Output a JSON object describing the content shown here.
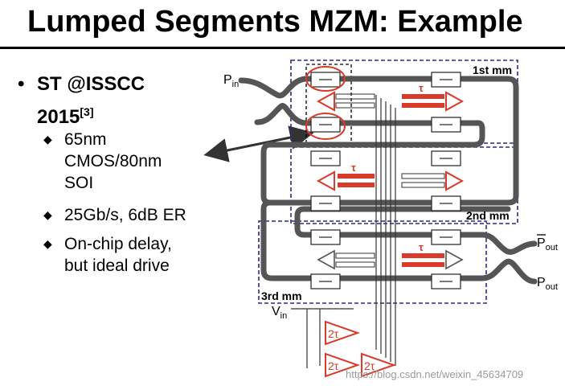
{
  "title": "Lumped Segments MZM: Example",
  "bullet": {
    "line1": "ST @ISSCC",
    "line2": "2015",
    "ref": "[3]"
  },
  "sub_bullets": [
    {
      "lines": [
        "65nm",
        "CMOS/80nm",
        "SOI"
      ]
    },
    {
      "lines": [
        "25Gb/s, 6dB ER"
      ]
    },
    {
      "lines": [
        "On-chip delay,",
        "but ideal drive"
      ]
    }
  ],
  "diagram": {
    "segments": [
      "1st mm",
      "2nd mm",
      "3rd mm"
    ],
    "tau": "τ",
    "two_tau": "2τ",
    "pin": "P",
    "pin_sub": "in",
    "pout": "P",
    "pout_sub": "out",
    "vin": "V",
    "vin_sub": "in",
    "colors": {
      "dashed_box": "#2a2a8c",
      "highlight": "#d93a2a",
      "waveguide": "#555555"
    }
  },
  "watermark": "https://blog.csdn.net/weixin_45634709"
}
